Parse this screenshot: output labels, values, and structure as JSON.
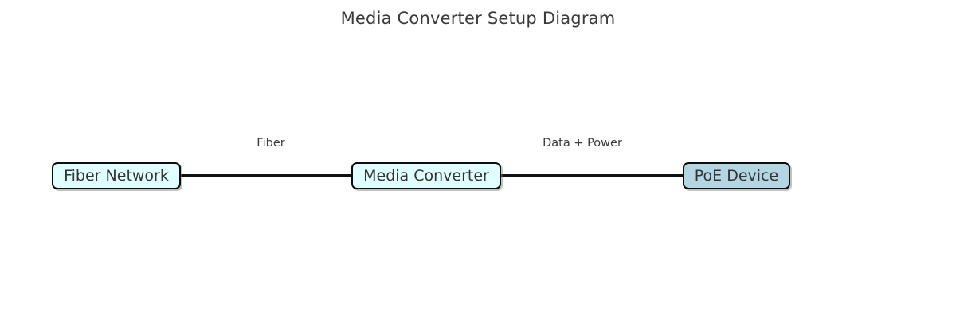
{
  "diagram": {
    "title": "Media Converter Setup Diagram",
    "type": "node-link-chain",
    "background_color": "#ffffff",
    "nodes": [
      {
        "id": "fiber-network",
        "label": "Fiber Network",
        "fill_color": "#e0ffff",
        "border_color": "#0d0d0d",
        "text_color": "#333333"
      },
      {
        "id": "media-converter",
        "label": "Media Converter",
        "fill_color": "#e0ffff",
        "border_color": "#0d0d0d",
        "text_color": "#333333"
      },
      {
        "id": "poe-device",
        "label": "PoE Device",
        "fill_color": "#b3d6e2",
        "border_color": "#0d0d0d",
        "text_color": "#333333"
      }
    ],
    "edges": [
      {
        "id": "edge-fiber",
        "from": "fiber-network",
        "to": "media-converter",
        "label": "Fiber",
        "directed": false,
        "line_color": "#111111"
      },
      {
        "id": "edge-data-power",
        "from": "media-converter",
        "to": "poe-device",
        "label": "Data + Power",
        "directed": false,
        "line_color": "#111111"
      }
    ]
  }
}
